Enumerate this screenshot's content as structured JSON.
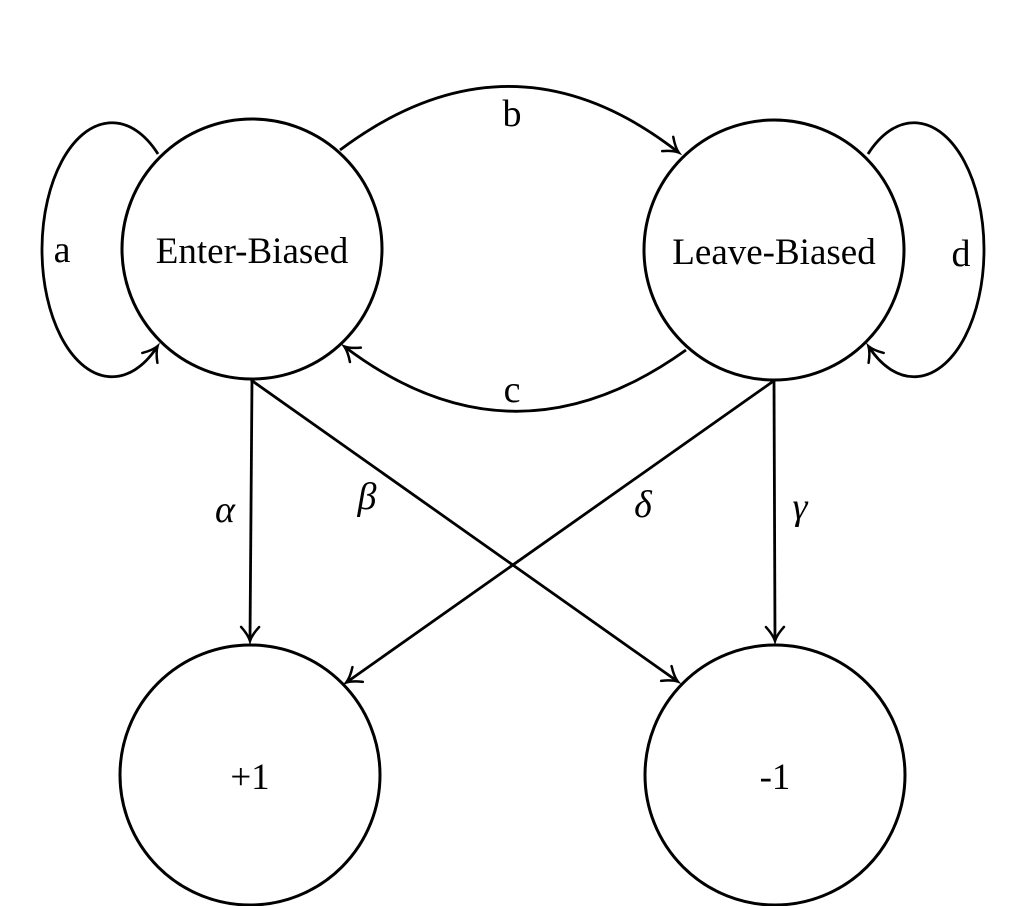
{
  "diagram": {
    "type": "state-machine",
    "background_color": "#ffffff",
    "stroke_color": "#000000",
    "states": {
      "enter_biased": {
        "label": "Enter-Biased"
      },
      "leave_biased": {
        "label": "Leave-Biased"
      },
      "plus_one": {
        "label": "+1"
      },
      "minus_one": {
        "label": "-1"
      }
    },
    "transitions": {
      "a": {
        "label": "a",
        "from": "Enter-Biased",
        "to": "Enter-Biased"
      },
      "b": {
        "label": "b",
        "from": "Enter-Biased",
        "to": "Leave-Biased"
      },
      "c": {
        "label": "c",
        "from": "Leave-Biased",
        "to": "Enter-Biased"
      },
      "d": {
        "label": "d",
        "from": "Leave-Biased",
        "to": "Leave-Biased"
      },
      "alpha": {
        "label": "α",
        "from": "Enter-Biased",
        "to": "+1"
      },
      "beta": {
        "label": "β",
        "from": "Enter-Biased",
        "to": "-1"
      },
      "delta": {
        "label": "δ",
        "from": "Leave-Biased",
        "to": "+1"
      },
      "gamma": {
        "label": "γ",
        "from": "Leave-Biased",
        "to": "-1"
      }
    }
  }
}
